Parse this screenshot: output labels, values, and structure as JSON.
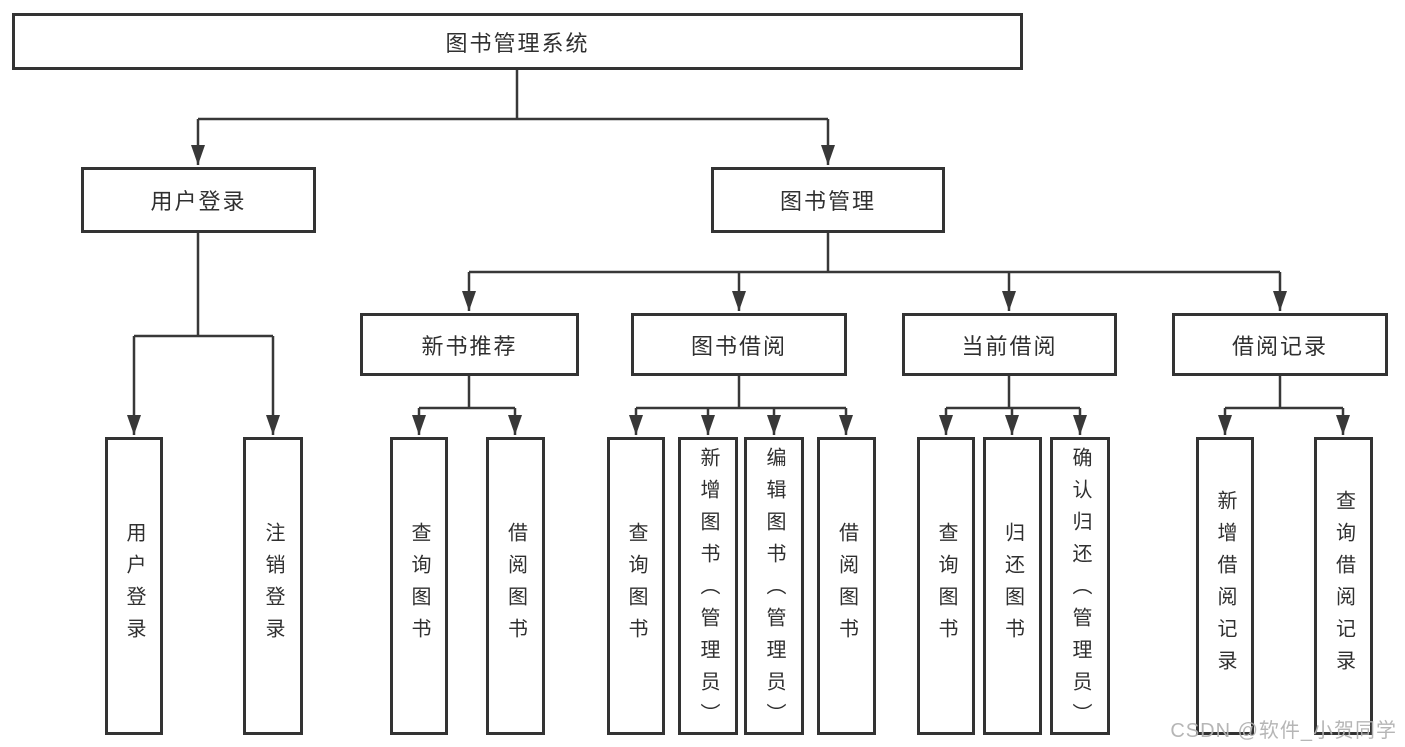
{
  "diagram_type": "hierarchy-chart",
  "tree": {
    "label": "图书管理系统",
    "children": [
      {
        "label": "用户登录",
        "children": [
          {
            "label": "用户登录"
          },
          {
            "label": "注销登录"
          }
        ]
      },
      {
        "label": "图书管理",
        "children": [
          {
            "label": "新书推荐",
            "children": [
              {
                "label": "查询图书"
              },
              {
                "label": "借阅图书"
              }
            ]
          },
          {
            "label": "图书借阅",
            "children": [
              {
                "label": "查询图书"
              },
              {
                "label": "新增图书（管理员）"
              },
              {
                "label": "编辑图书（管理员）"
              },
              {
                "label": "借阅图书"
              }
            ]
          },
          {
            "label": "当前借阅",
            "children": [
              {
                "label": "查询图书"
              },
              {
                "label": "归还图书"
              },
              {
                "label": "确认归还（管理员）"
              }
            ]
          },
          {
            "label": "借阅记录",
            "children": [
              {
                "label": "新增借阅记录"
              },
              {
                "label": "查询借阅记录"
              }
            ]
          }
        ]
      }
    ]
  },
  "watermark": "CSDN @软件_小贺同学",
  "colors": {
    "line": "#383838",
    "box_border": "#333333",
    "text": "#303030",
    "watermark": "#b2b2b2",
    "background": "#ffffff"
  }
}
